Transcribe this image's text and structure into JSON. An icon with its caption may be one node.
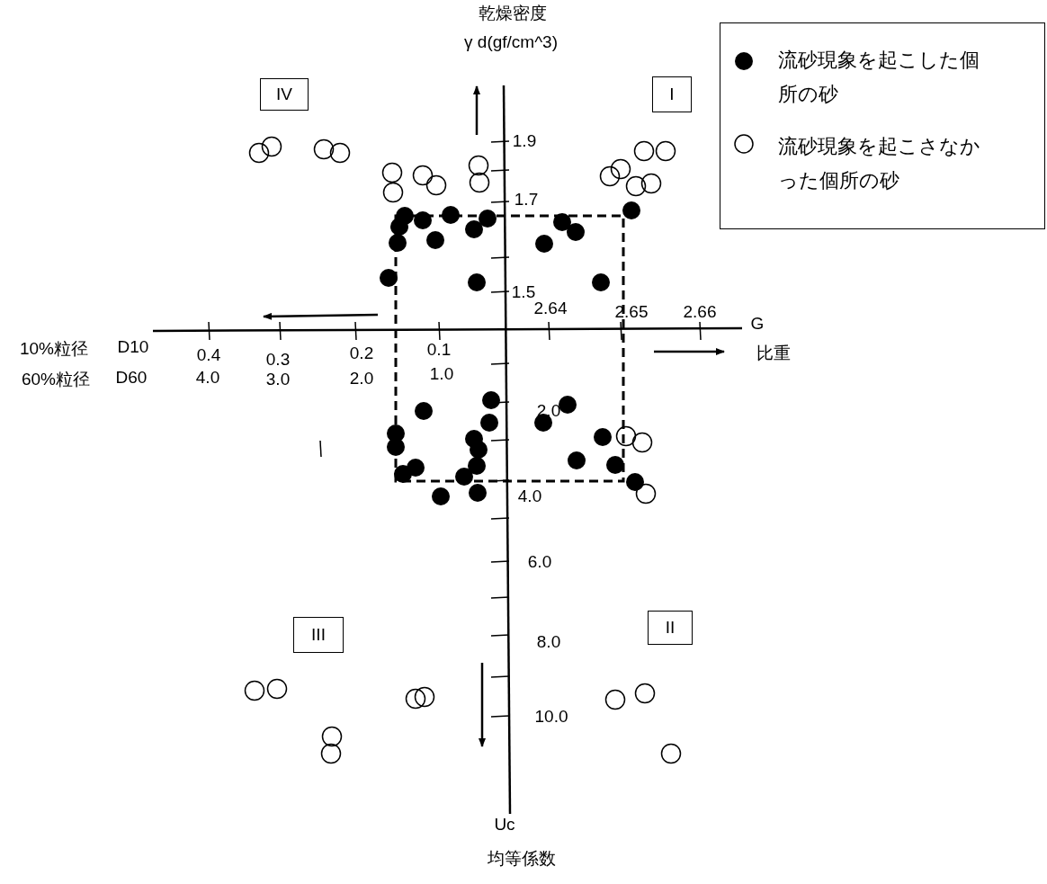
{
  "diagram": {
    "nodes": [
      {
        "text": [
          "IV"
        ]
      },
      {
        "text": [
          "I"
        ]
      },
      {
        "text": [
          "III"
        ]
      },
      {
        "text": [
          "II"
        ]
      }
    ],
    "labels": [
      "乾燥密度",
      "γ d(gf/cm^3)",
      "1.9",
      "1.7",
      "1.5",
      "2.64",
      "2.65",
      "2.66",
      "G",
      "10%粒径",
      "D10",
      "0.4",
      "0.3",
      "0.2",
      "0.1",
      "比重",
      "60%粒径",
      "D60",
      "4.0",
      "3.0",
      "2.0",
      "1.0",
      "2.0",
      "4.0",
      "6.0",
      "8.0",
      "10.0",
      "Uc",
      "均等係数"
    ],
    "legend": [
      {
        "text": "流砂現象を起こした個所の砂"
      },
      {
        "text": "流砂現象を起こさなかった個所の砂"
      }
    ]
  }
}
